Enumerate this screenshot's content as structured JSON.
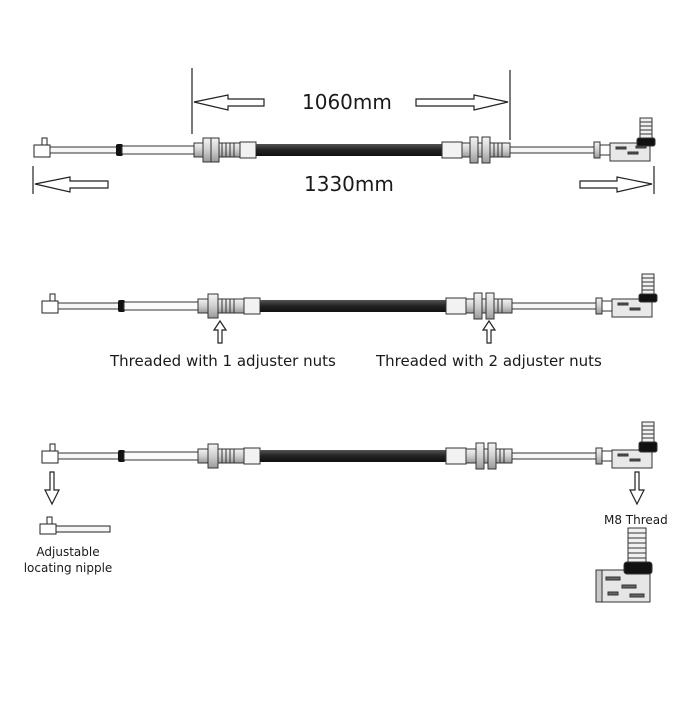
{
  "dimensions": {
    "inner_length": "1060mm",
    "overall_length": "1330mm"
  },
  "annotations": {
    "single_nut": "Threaded with 1 adjuster nuts",
    "double_nut": "Threaded with 2 adjuster nuts",
    "nipple_line1": "Adjustable",
    "nipple_line2": "locating nipple",
    "thread": "M8 Thread"
  },
  "colors": {
    "ink": "#1a1a1a",
    "sheath": "#222222",
    "metal": "#dcdcdc",
    "background": "#ffffff"
  },
  "icons": [
    "arrow-left-icon",
    "arrow-right-icon",
    "arrow-up-icon",
    "arrow-down-icon"
  ]
}
